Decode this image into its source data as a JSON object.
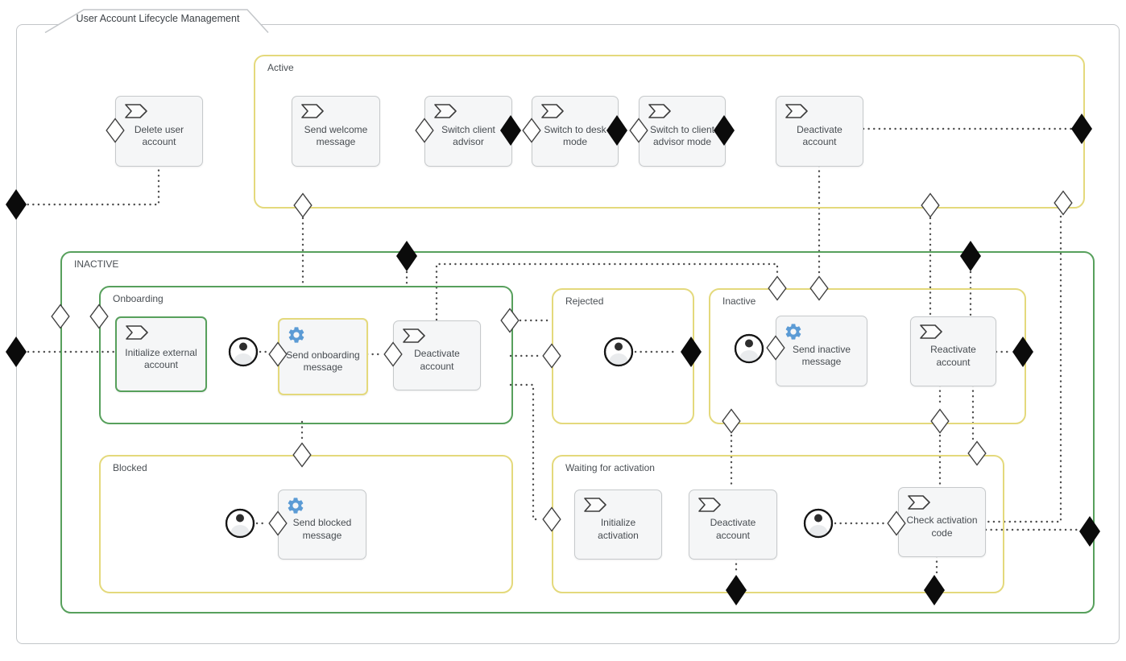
{
  "title": "User Account Lifecycle Management",
  "colors": {
    "group_yellow": "#e4d97c",
    "group_green": "#57a05c",
    "gear_blue": "#5b9bd5",
    "box_fill": "#f5f6f7",
    "box_border": "#c6c9cb",
    "connector": "#4d4d4d",
    "text": "#44484d"
  },
  "groups": {
    "active": {
      "label": "Active"
    },
    "inactive": {
      "label": "INACTIVE"
    },
    "onboarding": {
      "label": "Onboarding"
    },
    "rejected": {
      "label": "Rejected"
    },
    "inactive_inner": {
      "label": "Inactive"
    },
    "blocked": {
      "label": "Blocked"
    },
    "waiting": {
      "label": "Waiting for activation"
    }
  },
  "nodes": {
    "delete_user": {
      "label": "Delete user account",
      "icon": "chevron"
    },
    "send_welcome": {
      "label": "Send welcome message",
      "icon": "chevron"
    },
    "switch_client_advisor": {
      "label": "Switch client advisor",
      "icon": "chevron"
    },
    "switch_desk": {
      "label": "Switch to desk mode",
      "icon": "chevron"
    },
    "switch_client_advisor_mode": {
      "label": "Switch to client advisor mode",
      "icon": "chevron"
    },
    "deactivate_active": {
      "label": "Deactivate account",
      "icon": "chevron"
    },
    "init_external": {
      "label": "Initialize external account",
      "icon": "chevron"
    },
    "send_onboarding": {
      "label": "Send onboarding message",
      "icon": "gear"
    },
    "deactivate_onboarding": {
      "label": "Deactivate account",
      "icon": "chevron"
    },
    "send_inactive": {
      "label": "Send inactive message",
      "icon": "gear"
    },
    "reactivate": {
      "label": "Reactivate account",
      "icon": "chevron"
    },
    "send_blocked": {
      "label": "Send blocked message",
      "icon": "gear"
    },
    "init_activation": {
      "label": "Initialize activation",
      "icon": "chevron"
    },
    "deactivate_waiting": {
      "label": "Deactivate account",
      "icon": "chevron"
    },
    "check_activation": {
      "label": "Check activation code",
      "icon": "chevron"
    }
  }
}
